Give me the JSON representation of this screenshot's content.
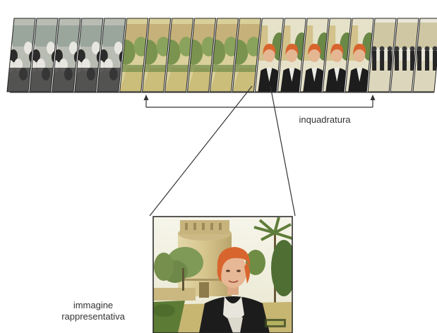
{
  "labels": {
    "shot": "inquadratura",
    "keyframe_line1": "immagine",
    "keyframe_line2": "rappresentativa"
  },
  "frames": {
    "crowd_count": 5,
    "courtyard_count": 6,
    "reporter_count": 5,
    "people_count": 3
  },
  "colors": {
    "line": "#333333",
    "frame_border": "#222222",
    "sky": "#f1f0e3",
    "building": "#d4c28a",
    "tree": "#6f8a48",
    "ground": "#c9b96c",
    "hair": "#d8652e",
    "skin": "#e7b895",
    "jacket": "#1c1c1c",
    "scarf": "#e8e6dc"
  }
}
